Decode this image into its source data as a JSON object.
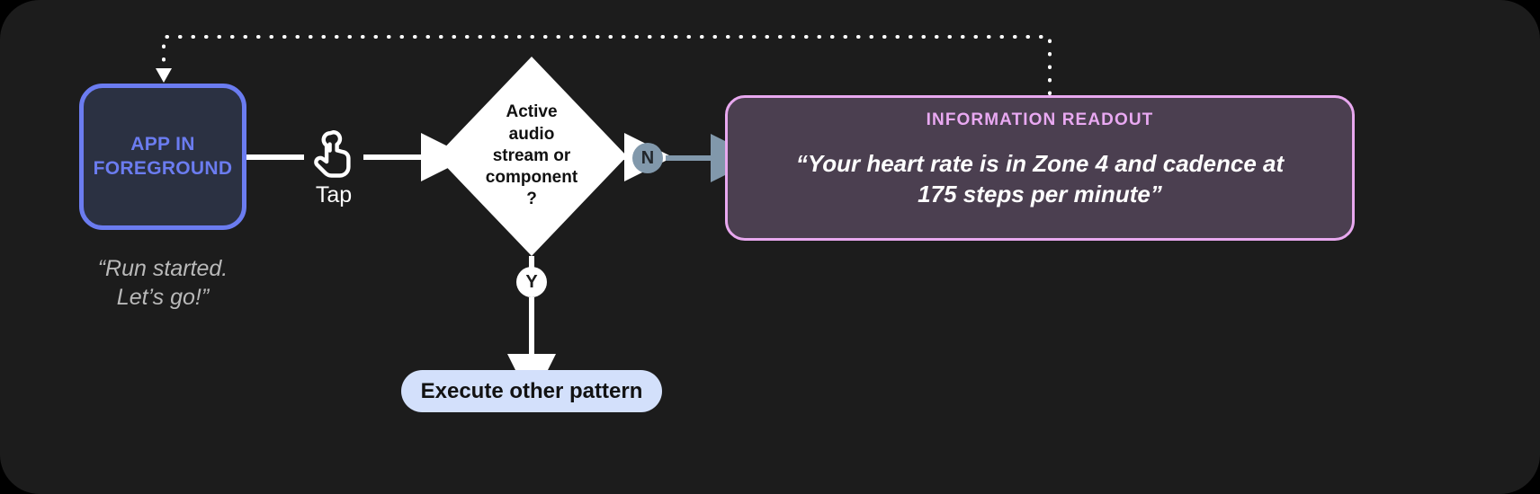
{
  "canvas": {
    "background": "#1c1c1c",
    "frame_background": "#000000"
  },
  "nodes": {
    "app_foreground": {
      "label_line1": "APP IN",
      "label_line2": "FOREGROUND",
      "fill": "#2b3142",
      "border": "#6b7cf0",
      "text_color": "#6b7cf0"
    },
    "app_caption": {
      "line1": "“Run started.",
      "line2": "Let’s go!”",
      "color": "#b9b9b9"
    },
    "tap": {
      "label": "Tap",
      "icon": "tap-gesture-icon",
      "color": "#ffffff"
    },
    "decision": {
      "line1": "Active",
      "line2": "audio",
      "line3": "stream or",
      "line4": "component",
      "line5": "?",
      "fill": "#ffffff",
      "text_color": "#111111"
    },
    "badge_no": {
      "label": "N",
      "fill": "#8198ab",
      "text_color": "#21262b"
    },
    "badge_yes": {
      "label": "Y",
      "fill": "#ffffff",
      "text_color": "#1c1c1c"
    },
    "readout": {
      "title": "INFORMATION READOUT",
      "body_line1": "“Your heart rate is in Zone 4 and cadence at",
      "body_line2": "175 steps per minute”",
      "fill": "#4b3f50",
      "border": "#e8a8ef",
      "title_color": "#e9a9f2",
      "body_color": "#ffffff"
    },
    "execute_pattern": {
      "label": "Execute other pattern",
      "fill": "#d3e0fb",
      "text_color": "#121212"
    }
  },
  "edges": {
    "solid_color": "#ffffff",
    "branch_color": "#8198ab",
    "feedback_style": "dotted",
    "feedback_color": "#ffffff"
  }
}
